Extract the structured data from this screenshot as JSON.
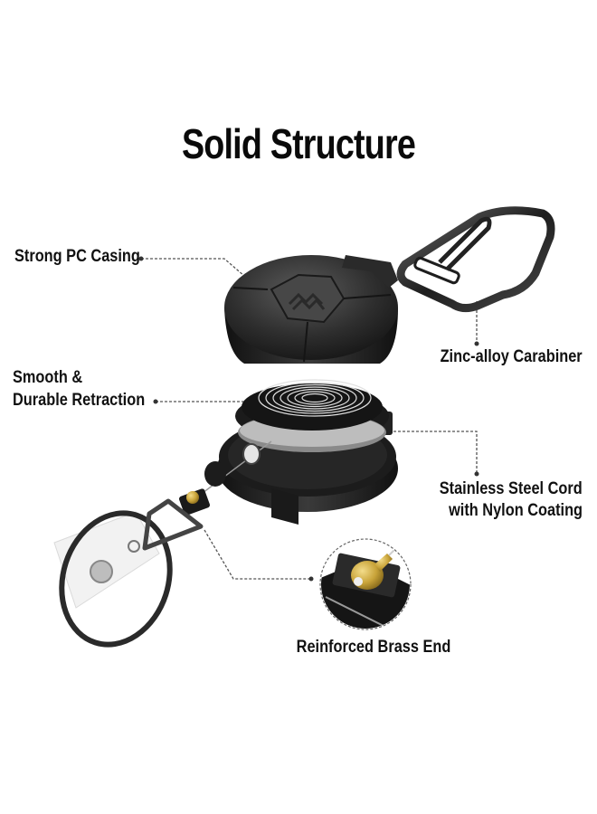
{
  "title": "Solid Structure",
  "callouts": {
    "casing": "Strong PC Casing",
    "retraction_line1": "Smooth &",
    "retraction_line2": "Durable Retraction",
    "carabiner": "Zinc-alloy Carabiner",
    "cord_line1": "Stainless Steel Cord",
    "cord_line2": "with Nylon Coating",
    "brass_end": "Reinforced Brass End"
  },
  "colors": {
    "background": "#ffffff",
    "text": "#111111",
    "casing": "#2b2b2b",
    "casing_highlight": "#5a5a5a",
    "spring": "#d9d9d9",
    "brass": "#c9a43a",
    "leader_line": "#555555"
  }
}
